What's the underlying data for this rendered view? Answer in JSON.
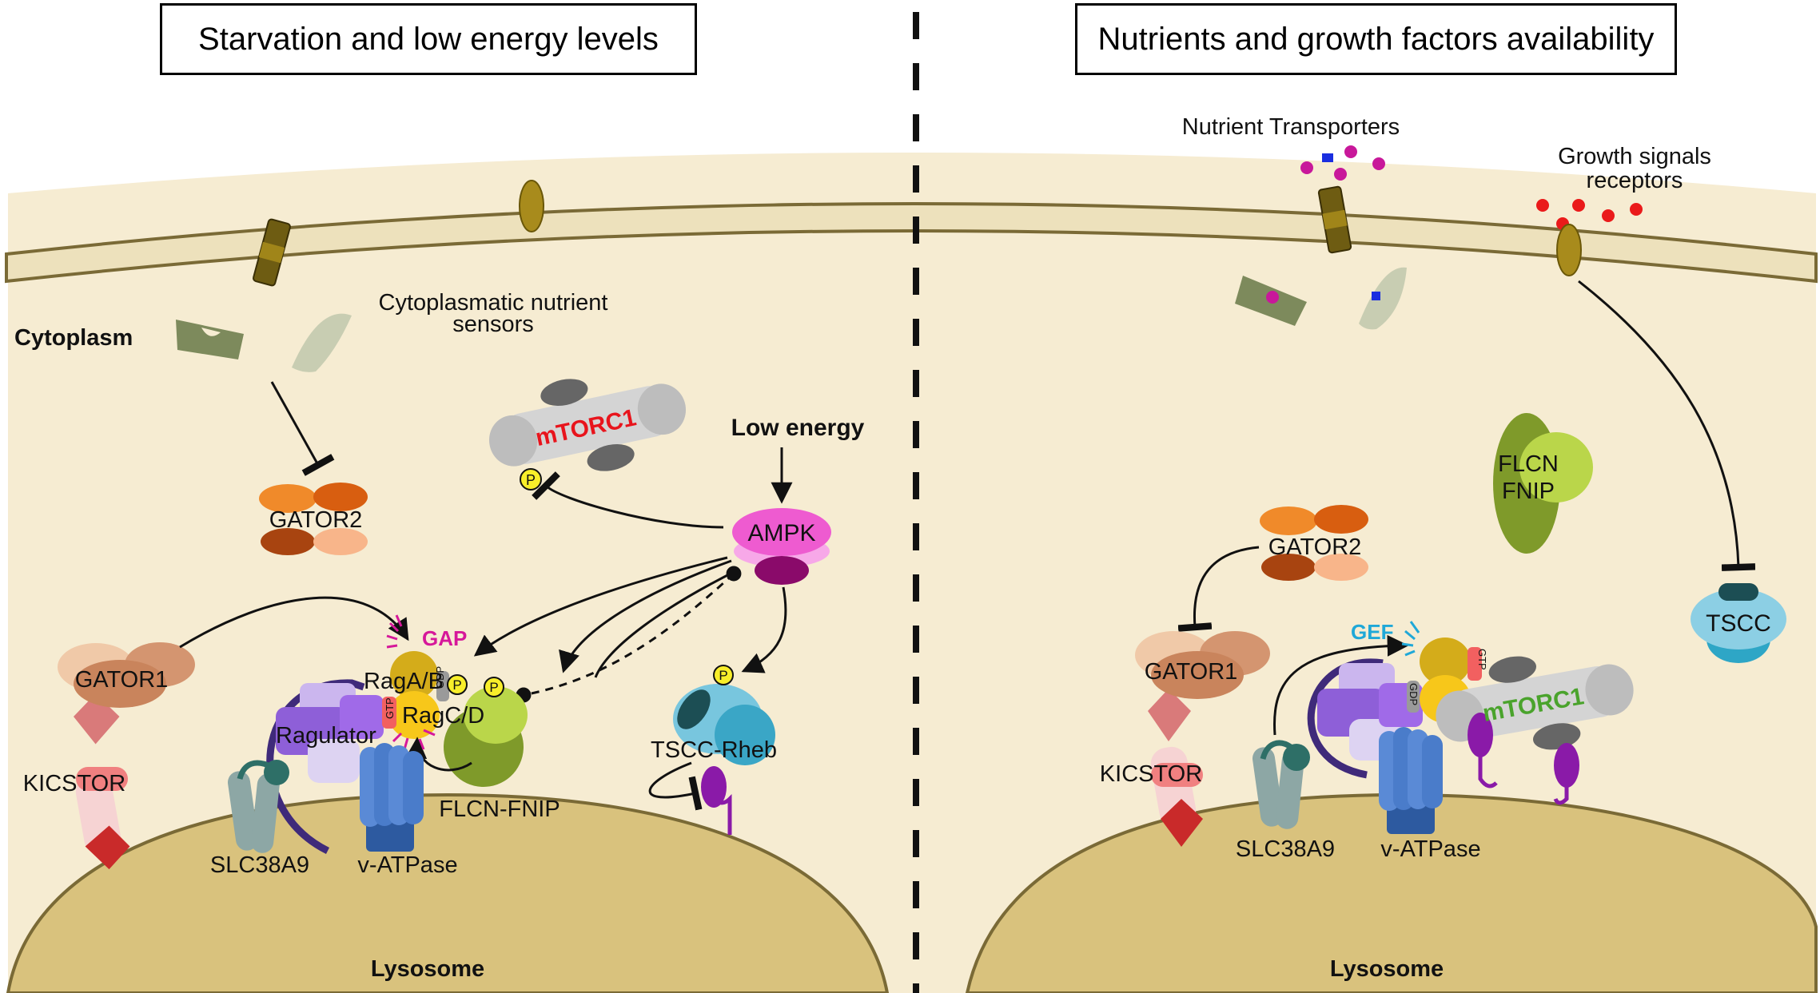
{
  "left": {
    "title": "Starvation and low energy levels",
    "cytoplasm": "Cytoplasm",
    "sensors_line1": "Cytoplasmatic nutrient",
    "sensors_line2": "sensors",
    "mtorc1": "mTORC1",
    "low_energy": "Low energy",
    "ampk": "AMPK",
    "gator2": "GATOR2",
    "gator1": "GATOR1",
    "kicstor": "KICSTOR",
    "gap": "GAP",
    "raga": "RagA/B",
    "ragc": "RagC/D",
    "ragulator": "Ragulator",
    "gdp": "GDP",
    "gtp": "GTP",
    "p": "P",
    "slc38a9": "SLC38A9",
    "vatpase": "v-ATPase",
    "flcn_fnip": "FLCN-FNIP",
    "tscc_rheb": "TSCC-Rheb",
    "lysosome": "Lysosome"
  },
  "right": {
    "title": "Nutrients and growth factors availability",
    "nutrient_transporters": "Nutrient Transporters",
    "growth_line1": "Growth signals",
    "growth_line2": "receptors",
    "flcn": "FLCN",
    "fnip": "FNIP",
    "gator2": "GATOR2",
    "gator1": "GATOR1",
    "kicstor": "KICSTOR",
    "gef": "GEF",
    "gtp": "GTP",
    "gdp": "GDP",
    "mtorc1": "mTORC1",
    "tscc": "TSCC",
    "slc38a9": "SLC38A9",
    "vatpase": "v-ATPase",
    "lysosome": "Lysosome"
  },
  "colors": {
    "cytoplasm": "#f6ecd2",
    "membrane": "#ede1bc",
    "lysosome": "#d9c27d",
    "mtorc1_left_text": "#e8141c",
    "mtorc1_right_text": "#4aa32c",
    "gap_text": "#d6189a",
    "gef_text": "#1fa8d8",
    "ampk": "#ee5bd0"
  }
}
